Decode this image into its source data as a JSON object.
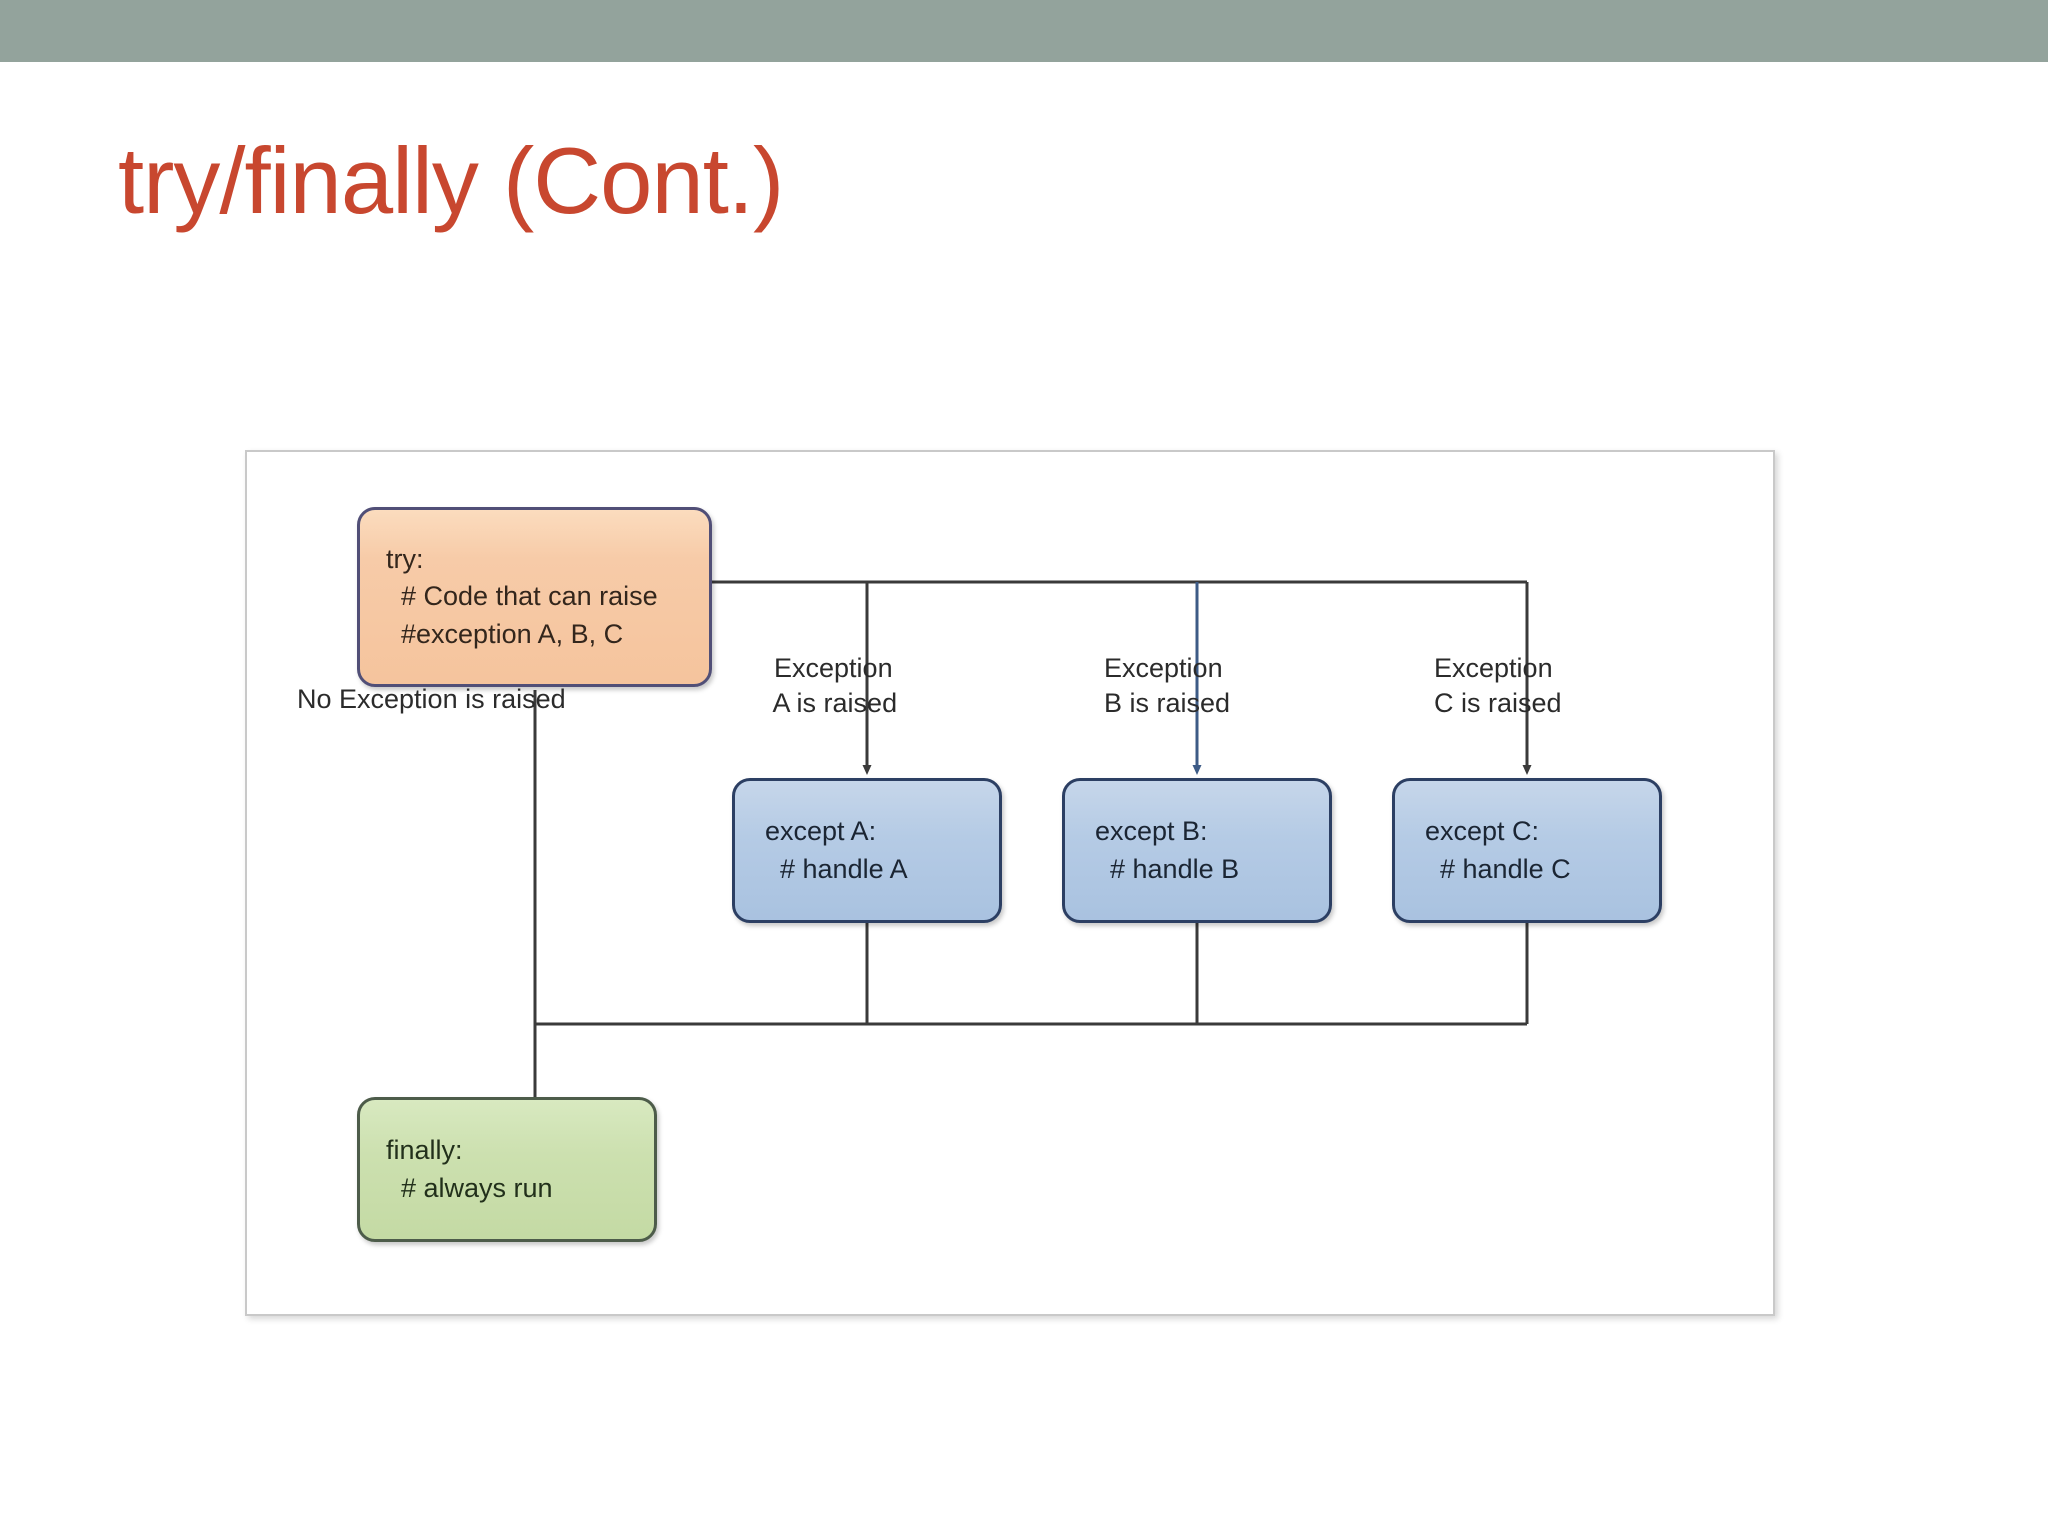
{
  "slide": {
    "title": "try/finally (Cont.)",
    "banner_color": "#93a39c",
    "title_color": "#c8472f",
    "background_color": "#ffffff"
  },
  "diagram": {
    "name": "try-except-finally-flowchart",
    "frame_border_color": "#c9c9c9",
    "nodes": {
      "try": {
        "fill": "#f7cba8",
        "border": "#514f77",
        "lines": [
          "try:",
          "  # Code that can raise",
          "  #exception A, B, C"
        ]
      },
      "except_a": {
        "fill": "#b5cbe5",
        "border": "#2c3f63",
        "lines": [
          "except A:",
          "  # handle A"
        ]
      },
      "except_b": {
        "fill": "#b5cbe5",
        "border": "#2c3f63",
        "lines": [
          "except B:",
          "  # handle B"
        ]
      },
      "except_c": {
        "fill": "#b5cbe5",
        "border": "#2c3f63",
        "lines": [
          "except C:",
          "  # handle C"
        ]
      },
      "finally": {
        "fill": "#cce0af",
        "border": "#4d5c4a",
        "lines": [
          "finally:",
          "  # always run"
        ]
      }
    },
    "edge_labels": {
      "no_exception": "No Exception is raised",
      "exception_a_l1": "Exception",
      "exception_a_l2": "A is raised",
      "exception_b_l1": "Exception",
      "exception_b_l2": "B is raised",
      "exception_c_l1": "Exception",
      "exception_c_l2": "C is raised"
    },
    "connector_color": "#3a3a3a"
  }
}
